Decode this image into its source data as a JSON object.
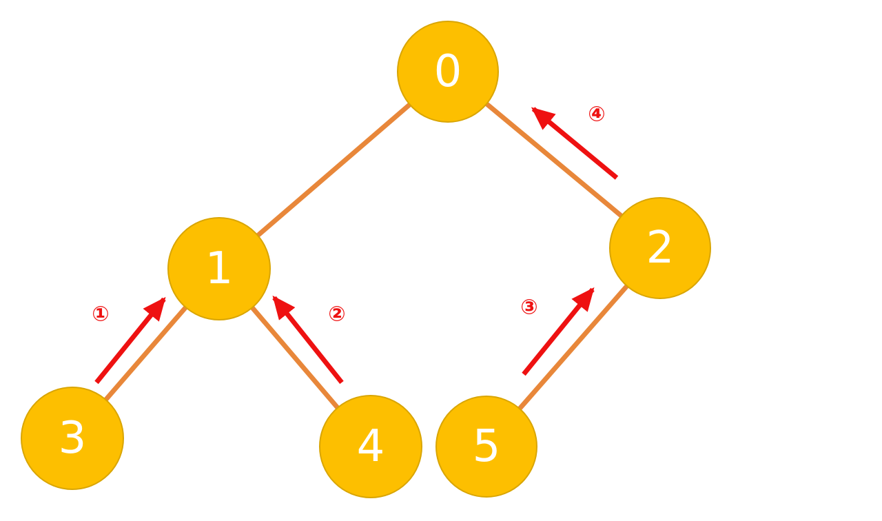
{
  "colors": {
    "node_fill": "#FDBF00",
    "node_stroke": "#D9A500",
    "node_text": "#FFFFFF",
    "edge": "#E8873A",
    "arrow": "#EE1111"
  },
  "nodes": [
    {
      "id": "0",
      "label": "0"
    },
    {
      "id": "1",
      "label": "1"
    },
    {
      "id": "2",
      "label": "2"
    },
    {
      "id": "3",
      "label": "3"
    },
    {
      "id": "4",
      "label": "4"
    },
    {
      "id": "5",
      "label": "5"
    }
  ],
  "edges": [
    {
      "from": "0",
      "to": "1"
    },
    {
      "from": "0",
      "to": "2"
    },
    {
      "from": "1",
      "to": "3"
    },
    {
      "from": "1",
      "to": "4"
    },
    {
      "from": "2",
      "to": "5"
    }
  ],
  "steps": [
    {
      "label": "①",
      "from": "3",
      "to": "1"
    },
    {
      "label": "②",
      "from": "4",
      "to": "1"
    },
    {
      "label": "③",
      "from": "5",
      "to": "2"
    },
    {
      "label": "④",
      "from": "2",
      "to": "0"
    }
  ]
}
